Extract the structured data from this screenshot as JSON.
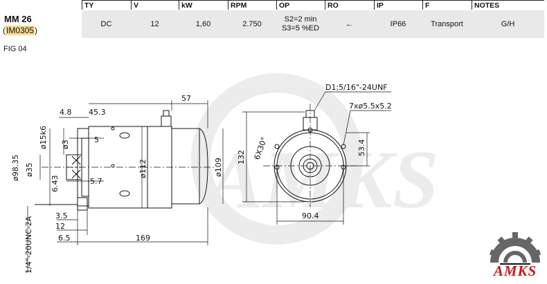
{
  "headers": [
    "TY",
    "V",
    "kW",
    "RPM",
    "OP",
    "RO",
    "IP",
    "F",
    "NOTES"
  ],
  "model": {
    "name": "MM 26",
    "code_open": "(",
    "code": "IM0305",
    "code_close": ")"
  },
  "values": {
    "ty": "DC",
    "v": "12",
    "kw": "1,60",
    "rpm": "2.750",
    "op_line1": "S2=2 min",
    "op_line2": "S3=5 %ED",
    "ro": "←",
    "ip": "IP66",
    "f": "Transport",
    "notes": "G/H"
  },
  "fig_label": "FIG   04",
  "dimensions": {
    "d_4_8": "4.8",
    "d_45_3": "45.3",
    "d_57": "57",
    "d_15k6": "ø15k6",
    "d_3": "ø3",
    "d_5": "5",
    "d_98_35": "ø98.35",
    "d_35": "ø35",
    "d_6_43": "6.43",
    "d_5_7": "5.7",
    "d_112": "ø112",
    "d_109": "ø109",
    "d_thread_side": "1/4\"-20UNC-2A",
    "d_3_5": "3.5",
    "d_12": "12",
    "d_6_5": "6.5",
    "d_169": "169",
    "d_d1": "D1;5/16\"-24UNF",
    "d_7x": "7xø5.5x5.2",
    "d_6x30": "6X30°",
    "d_132": "132",
    "d_53_4": "53.4",
    "d_90_4": "90.4"
  },
  "logo": {
    "text": "AMKS",
    "color": "#c8161d"
  }
}
